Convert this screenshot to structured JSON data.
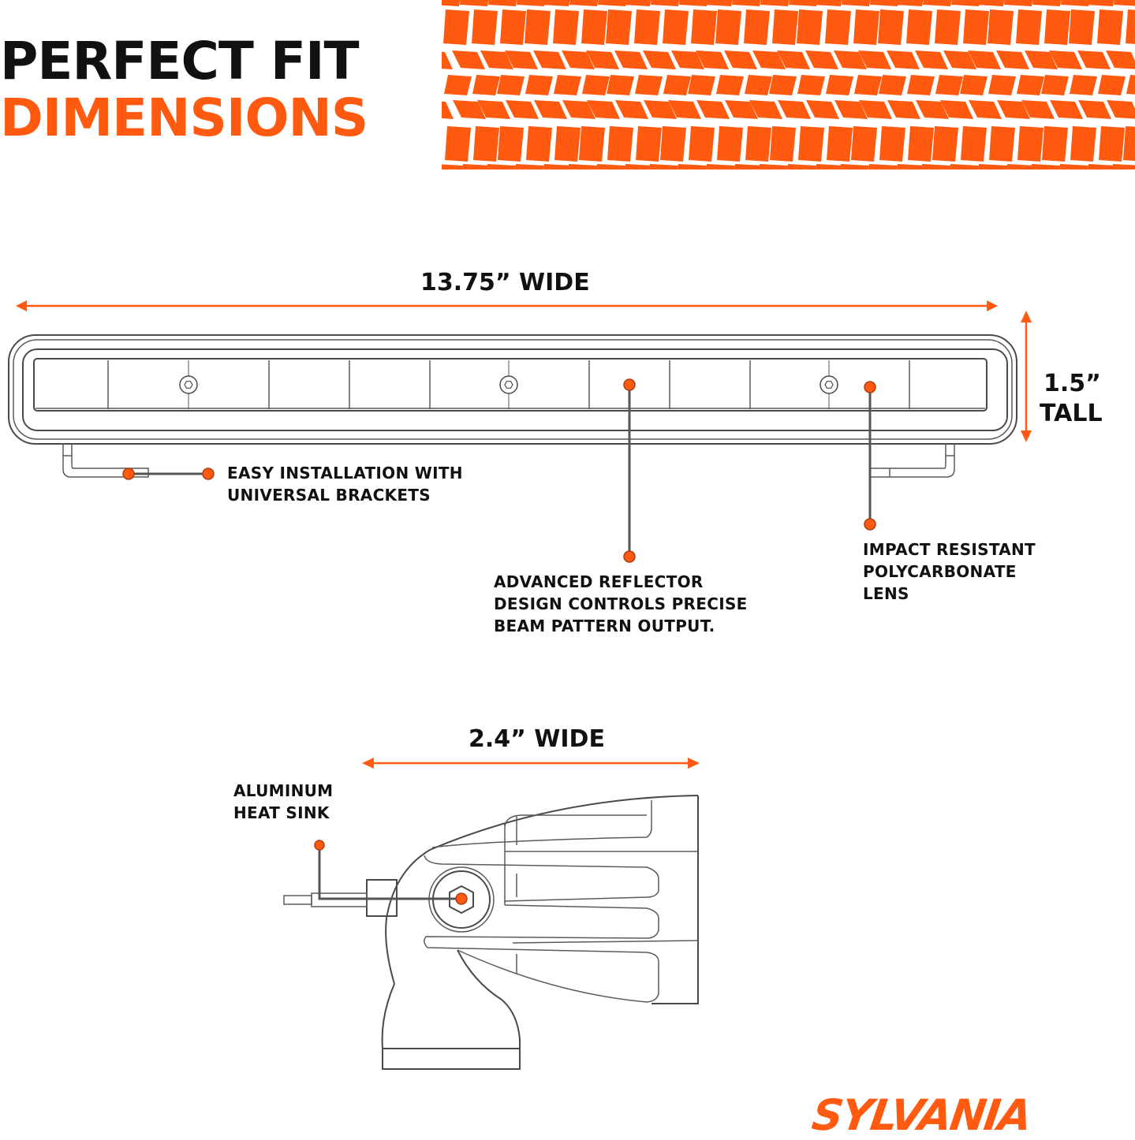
{
  "header": {
    "title_line_1": "PERFECT FIT",
    "title_line_2": "DIMENSIONS"
  },
  "colors": {
    "accent": "#ff5a0f",
    "text": "#111111",
    "outline": "#4a4a4a",
    "background": "#ffffff"
  },
  "front_view": {
    "width_label": "13.75” WIDE",
    "height_label_line_1": "1.5”",
    "height_label_line_2": "TALL",
    "callouts": [
      {
        "id": "brackets",
        "text": "EASY INSTALLATION WITH\nUNIVERSAL BRACKETS"
      },
      {
        "id": "reflector",
        "text": "ADVANCED REFLECTOR\nDESIGN CONTROLS PRECISE\nBEAM PATTERN OUTPUT."
      },
      {
        "id": "lens",
        "text": "IMPACT RESISTANT\nPOLYCARBONATE\nLENS"
      }
    ]
  },
  "side_view": {
    "width_label": "2.4” WIDE",
    "callouts": [
      {
        "id": "heatsink",
        "text": "ALUMINUM\nHEAT SINK"
      }
    ]
  },
  "brand": {
    "logo_text": "SYLVANIA"
  }
}
